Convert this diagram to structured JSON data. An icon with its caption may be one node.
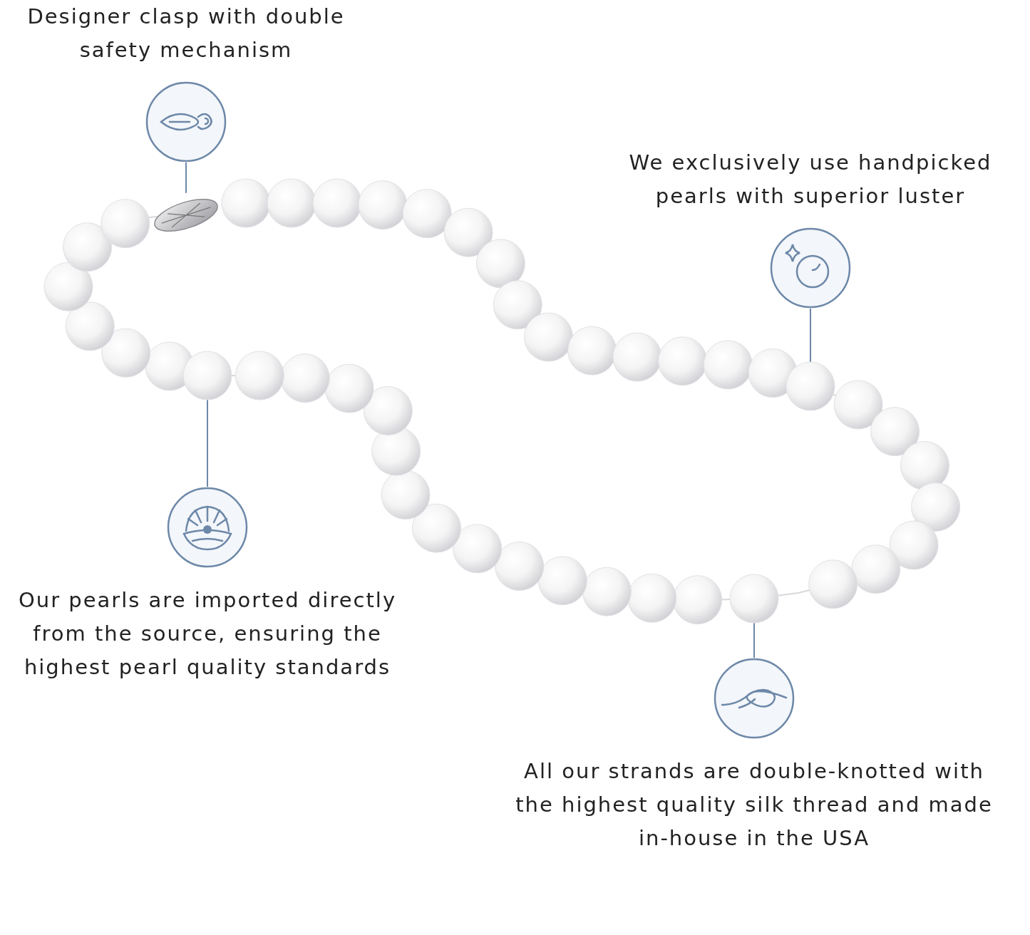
{
  "diagram": {
    "nodes": [
      {
        "text": [
          "Designer clasp with double safety mechanism"
        ]
      },
      {
        "text": [
          "We exclusively use handpicked pearls with superior luster"
        ]
      },
      {
        "text": [
          "Our pearls are imported directly from the source, ensuring the highest pearl quality standards"
        ]
      },
      {
        "text": [
          "All our strands are double-knotted with the highest quality silk thread and made in-house in the USA"
        ]
      },
      {
        "text": [],
        "shape": "picture"
      },
      {
        "text": [],
        "shape": "circle"
      },
      {
        "text": [],
        "shape": "circle"
      },
      {
        "text": [],
        "shape": "circle"
      }
    ],
    "edges": [
      {
        "from": 0,
        "to": 4,
        "arrow": "none"
      },
      {
        "from": 1,
        "to": 5,
        "arrow": "none"
      },
      {
        "from": 2,
        "to": 6,
        "arrow": "none"
      },
      {
        "from": 3,
        "to": 7,
        "arrow": "none"
      }
    ]
  }
}
